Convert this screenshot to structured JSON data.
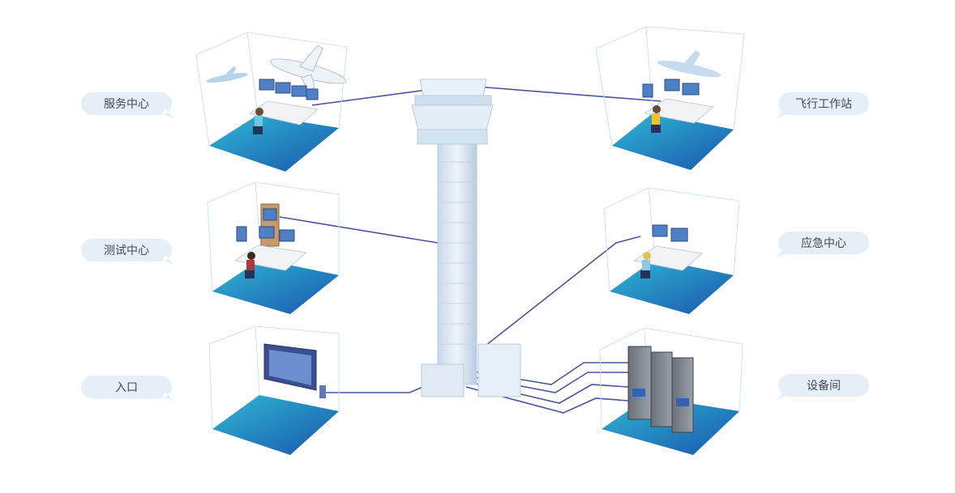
{
  "labels": {
    "service_center": "服务中心",
    "flight_workstation": "飞行工作站",
    "test_center": "测试中心",
    "emergency_center": "应急中心",
    "entrance": "入口",
    "equipment_room": "设备间"
  },
  "colors": {
    "line": "#4a559c",
    "floor_light": "#2bb0cf",
    "floor_dark": "#1b5fb3",
    "glass_edge": "#cfe2f3",
    "bubble": "#e6eef7",
    "tower": "#dbe8f5"
  }
}
